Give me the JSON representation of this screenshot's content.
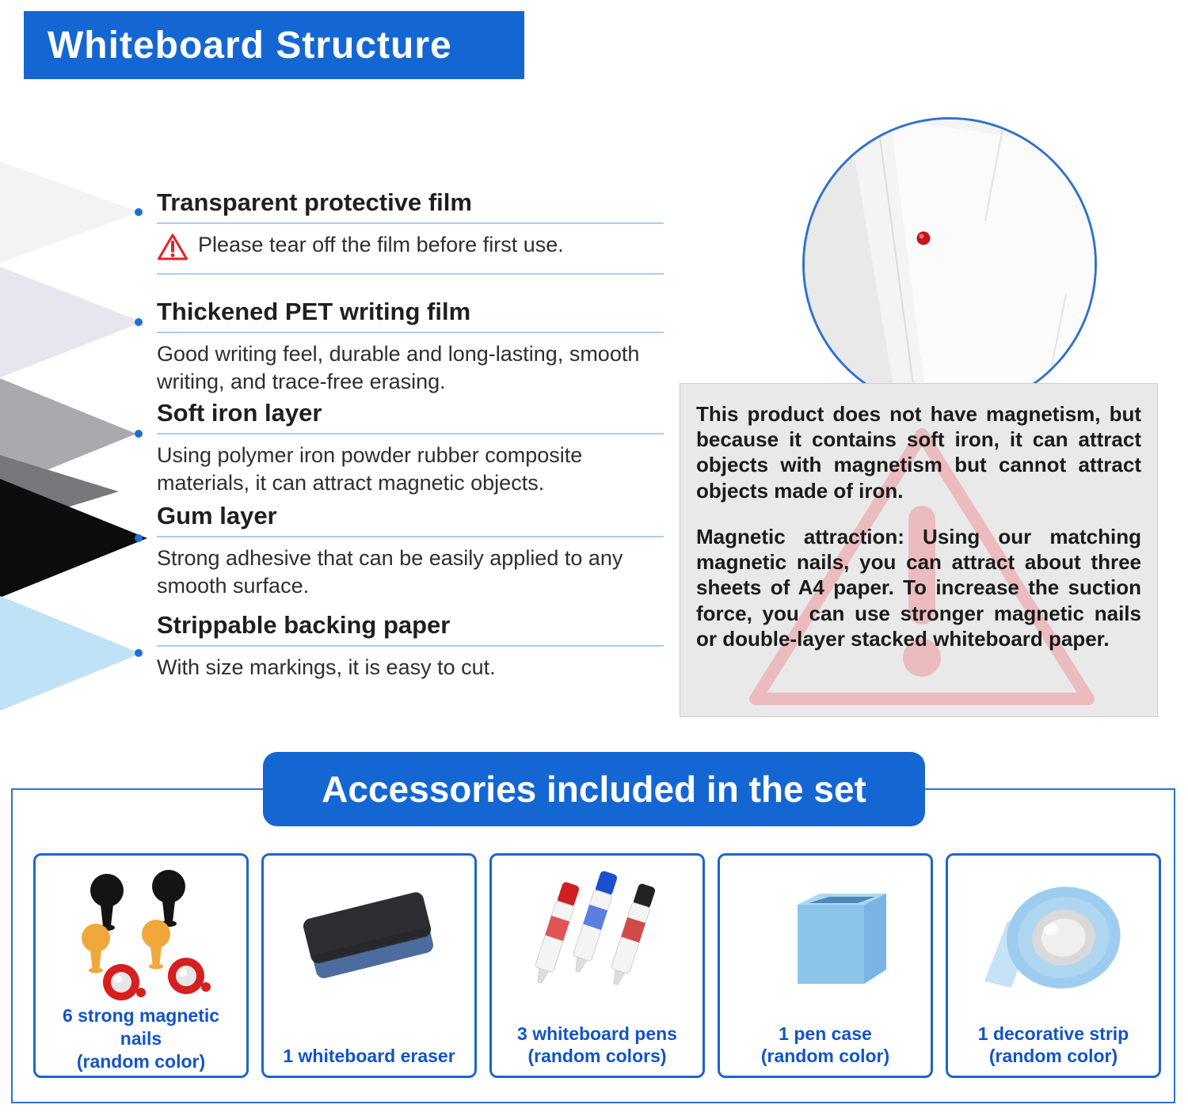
{
  "page": {
    "title": "Whiteboard Structure"
  },
  "layers": [
    {
      "heading": "Transparent protective film",
      "body": "Please tear off the film before first use."
    },
    {
      "heading": "Thickened PET writing film",
      "body": "Good writing feel, durable and long-lasting, smooth writing, and trace-free erasing."
    },
    {
      "heading": "Soft iron layer",
      "body": "Using polymer iron powder rubber composite materials, it can attract magnetic objects."
    },
    {
      "heading": "Gum layer",
      "body": "Strong adhesive that can be easily applied to any smooth surface."
    },
    {
      "heading": "Strippable backing paper",
      "body": "With size markings, it is easy to cut."
    }
  ],
  "notice": {
    "paragraph1": "This product does not have magnetism, but because it contains soft iron, it can attract objects with magnetism but cannot attract objects made of iron.",
    "paragraph2": "Magnetic attraction: Using our matching magnetic nails, you can attract about three sheets of A4 paper. To increase the suction force, you can use stronger magnetic nails or double-layer stacked whiteboard paper."
  },
  "accessories": {
    "title": "Accessories included in the set",
    "items": [
      {
        "label": "6 strong magnetic nails",
        "sublabel": "(random color)",
        "icon": "magnetic-nails-icon"
      },
      {
        "label": "1 whiteboard eraser",
        "sublabel": "",
        "icon": "whiteboard-eraser-icon"
      },
      {
        "label": "3 whiteboard pens",
        "sublabel": "(random colors)",
        "icon": "whiteboard-pens-icon"
      },
      {
        "label": "1 pen case",
        "sublabel": "(random color)",
        "icon": "pen-case-icon"
      },
      {
        "label": "1 decorative strip",
        "sublabel": "(random color)",
        "icon": "decorative-strip-icon"
      }
    ]
  },
  "icons": {
    "warning": "red-outline-triangle-exclamation",
    "watermark": "pink-triangle-exclamation",
    "pin": "red-push-pin"
  },
  "colors": {
    "primary_blue": "#1467d2",
    "accent_border_blue": "#2f72cc",
    "label_blue": "#1254c8",
    "underline_blue": "#a9cdee",
    "notice_gray": "#e9e9e9",
    "warning_red": "#e32222",
    "watermark_pink": "#ef8f96",
    "layer_light_blue": "#bfe2f6"
  }
}
